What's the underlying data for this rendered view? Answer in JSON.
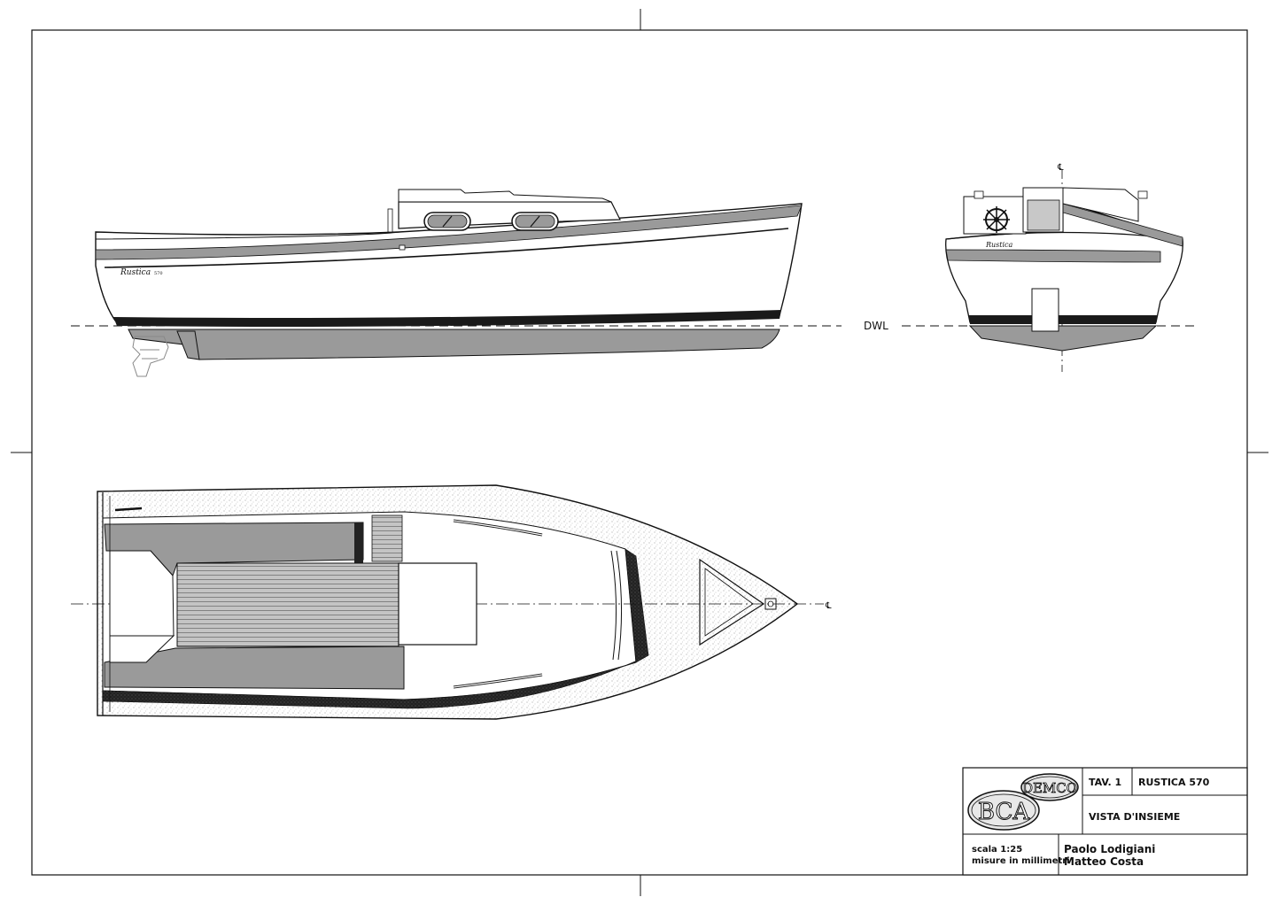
{
  "drawing": {
    "dwl_label": "DWL",
    "centerline_symbol": "℄",
    "hull_name_script": "Rustica",
    "hull_name_number": "570"
  },
  "title_block": {
    "sheet": "TAV. 1",
    "project": "RUSTICA 570",
    "title": "VISTA D'INSIEME",
    "scale": "scala 1:25",
    "units": "misure in millimetri",
    "authors": [
      "Paolo Lodigiani",
      "Matteo Costa"
    ],
    "logo_primary": "BCA",
    "logo_secondary": "DEMCO"
  },
  "colors": {
    "line": "#111111",
    "grey_fill": "#9a9a9a",
    "light_grey": "#c8c8c8",
    "dark_band": "#1a1a1a",
    "paper": "#ffffff"
  }
}
